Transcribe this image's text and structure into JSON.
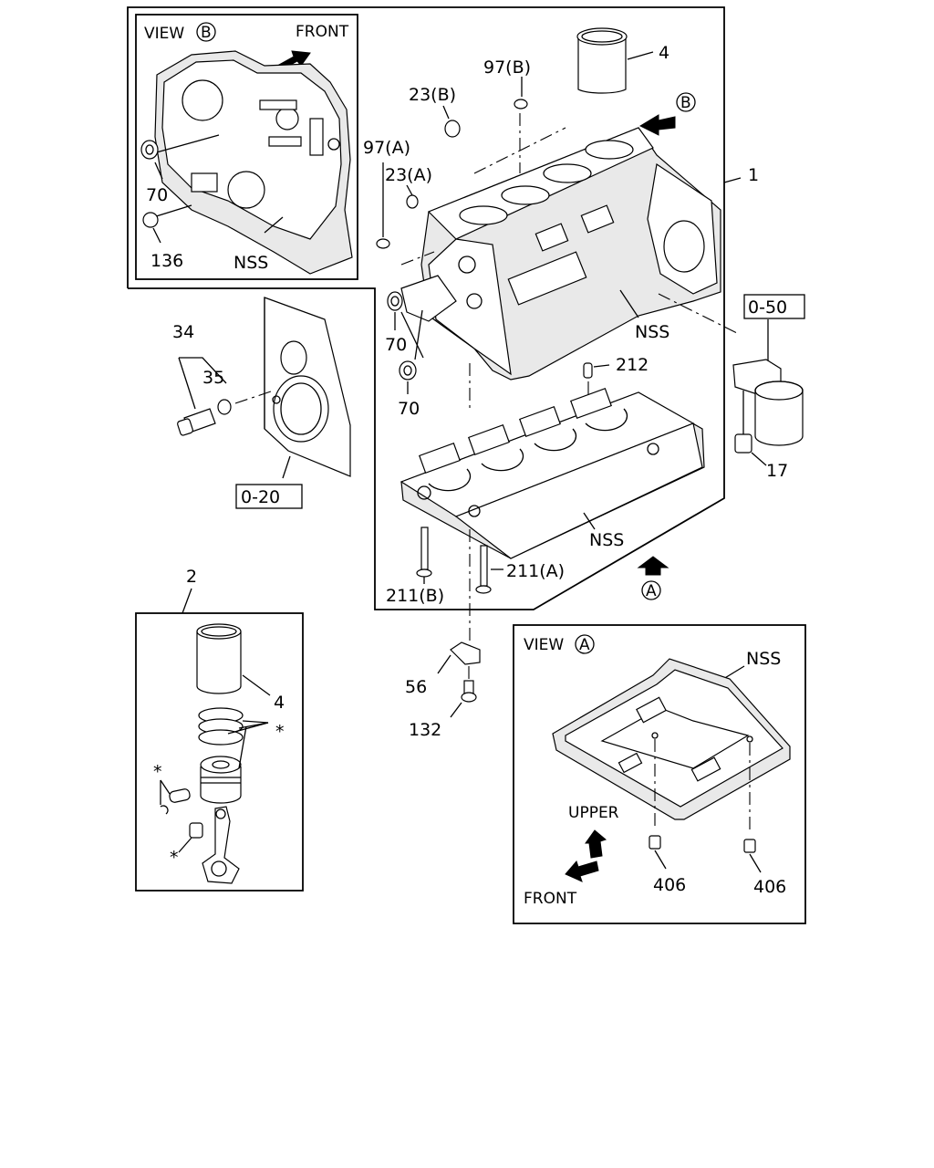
{
  "view_b": {
    "title": "VIEW",
    "circle": "B",
    "front": "FRONT",
    "label_70": "70",
    "label_136": "136",
    "label_nss": "NSS"
  },
  "view_a": {
    "title": "VIEW",
    "circle": "A",
    "nss": "NSS",
    "upper": "UPPER",
    "front": "FRONT",
    "label_406a": "406",
    "label_406b": "406"
  },
  "main": {
    "label_1": "1",
    "label_4": "4",
    "label_97b": "97(B)",
    "label_23b": "23(B)",
    "label_97a": "97(A)",
    "label_23a": "23(A)",
    "circle_b": "B",
    "label_70a": "70",
    "label_70b": "70",
    "label_nss1": "NSS",
    "label_212": "212",
    "label_nss2": "NSS",
    "label_211a": "211(A)",
    "label_211b": "211(B)",
    "circle_a": "A",
    "ref_050": "0-50",
    "label_17": "17",
    "label_34": "34",
    "label_35": "35",
    "ref_020": "0-20",
    "label_56": "56",
    "label_132": "132"
  },
  "piston": {
    "label_2": "2",
    "label_4": "4",
    "star_rings": "*",
    "star_pin": "*",
    "star_bush": "*"
  }
}
